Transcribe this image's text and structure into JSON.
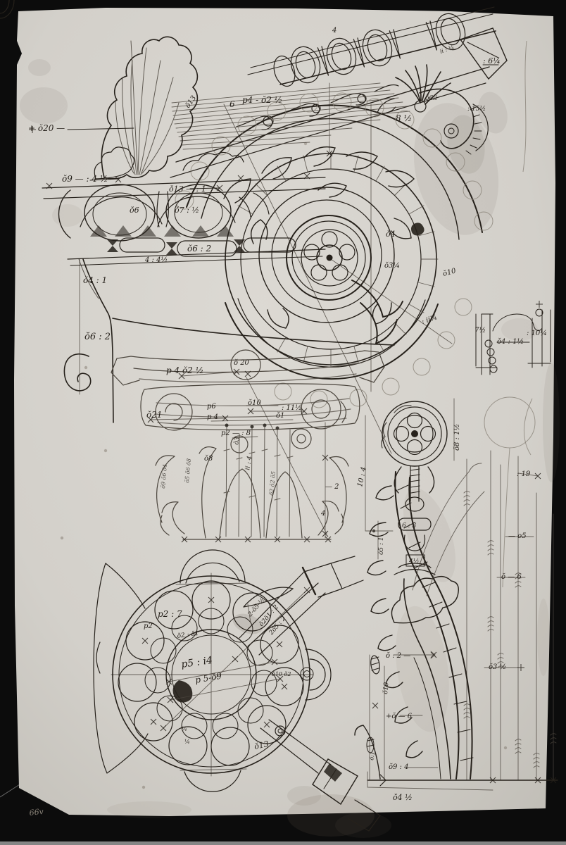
{
  "palette": {
    "bg": "#0c0c0c",
    "paper": "#d7d4ce",
    "ink": "#26211b",
    "sketch": "#4b453d",
    "faint": "#8b857a",
    "stain": "#6e6557",
    "mat": "#9b9b9b"
  },
  "ann": {
    "h020": "+ ŏ20 —",
    "h09": "ŏ9 — : 4  ½",
    "h013": "ŏ13 — : 1",
    "h06": "ŏ6",
    "h07": "ŏ7 : ½",
    "bead062": "ŏ6 : 2",
    "h445": "4 : 4½",
    "s041": "ŏ4 : 1",
    "s062": "ŏ6 : 2",
    "top6": "6",
    "topP42": "p4 - ŏ2 ½",
    "top4": "4",
    "d013": "ŏ13",
    "n85": "8 ½",
    "n06ii": "ŏ6ii",
    "n155": ": 15½",
    "n614": ": 6¼",
    "blockii": "ii : ¼",
    "v04": "ŏ4",
    "v034": "ŏ3¼",
    "v010": "ŏ10",
    "v114": ": ii¼",
    "pr75": "7½",
    "pr0415": "ŏ4 : 1½",
    "pr104": ": 10¼",
    "m020": "ŏ 20",
    "mp42": "p 4  ŏ2  ½",
    "m021": "ŏ21",
    "mp6": "p6",
    "m010": "ŏ10",
    "m115": ": 11½",
    "mp4": "p 4",
    "m01": "ŏ1",
    "mp28": "p2 — : 8",
    "m08": "ŏ8",
    "m03": "ŏ3",
    "m114": "ii : 4",
    "mst1": "ŏ5 ŏ6 ŏ8",
    "mst2": "ŏ9 ŏ6 ŏ4",
    "mst3": "ŏ2 ŏ2 ŏ5",
    "m2": "— 2",
    "m4": "4",
    "r0815": "ŏ8 : 1½",
    "r104": "10 : 4",
    "r051": "ŏ5 : 1",
    "r63": "6 : 3",
    "r45": "4½",
    "pl27": "p2 : 7",
    "pl2": "p2",
    "pl0201": "ŏ2 : ŏ1",
    "pl514": "p5 : i4",
    "pl509": "p 5-ŏ9",
    "pld1": "2-ŏ5-½",
    "pld2": "ŏ2ŏ1 : 2",
    "pld3": "2ŏ5 : 2",
    "pl010": "ŏ10 ŏ2",
    "pl013": "ŏ13",
    "plq1": "¼",
    "plq2": "¼",
    "ra02": "ŏ : 2 —",
    "ra010": "ŏ10",
    "ra06": "+ŏ — 6",
    "ra094": "ŏ9 : 4",
    "ra045": "ŏ4 ½",
    "ra035": "ŏ3 ½",
    "ra19": ": 19",
    "ra05": "— o5",
    "ra06b": "ŏ — 6",
    "ra01": "ŏ:1",
    "corner": "66v"
  }
}
